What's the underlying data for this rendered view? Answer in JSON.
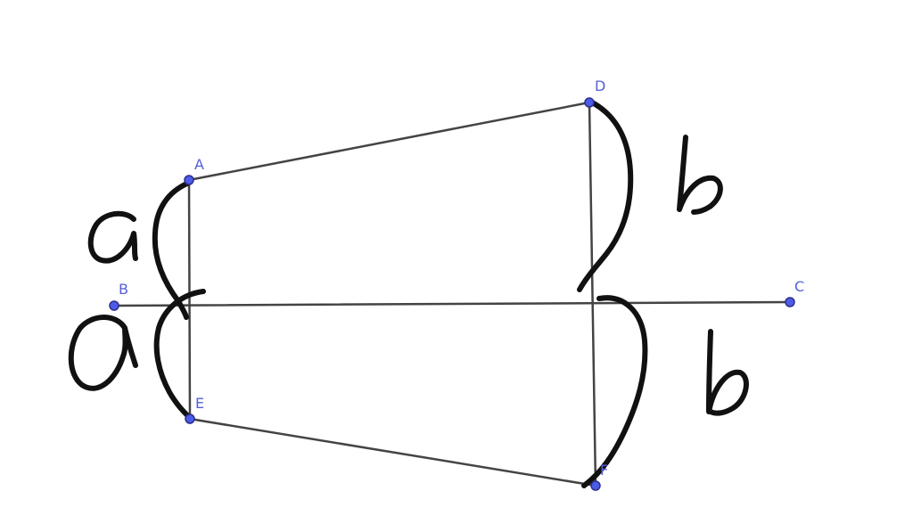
{
  "points": {
    "A": {
      "label": "A",
      "color": "#4d5ce8"
    },
    "B": {
      "label": "B",
      "color": "#4d5ce8"
    },
    "C": {
      "label": "C",
      "color": "#4d5ce8"
    },
    "D": {
      "label": "D",
      "color": "#4d5ce8"
    },
    "E": {
      "label": "E",
      "color": "#4d5ce8"
    },
    "F": {
      "label": "F",
      "color": "#4d5ce8"
    }
  },
  "segments": [
    "AD",
    "DF",
    "EF",
    "AE",
    "BC"
  ],
  "annotations": {
    "upper_left": "a",
    "lower_left": "a",
    "upper_right": "b",
    "lower_right": "b"
  }
}
